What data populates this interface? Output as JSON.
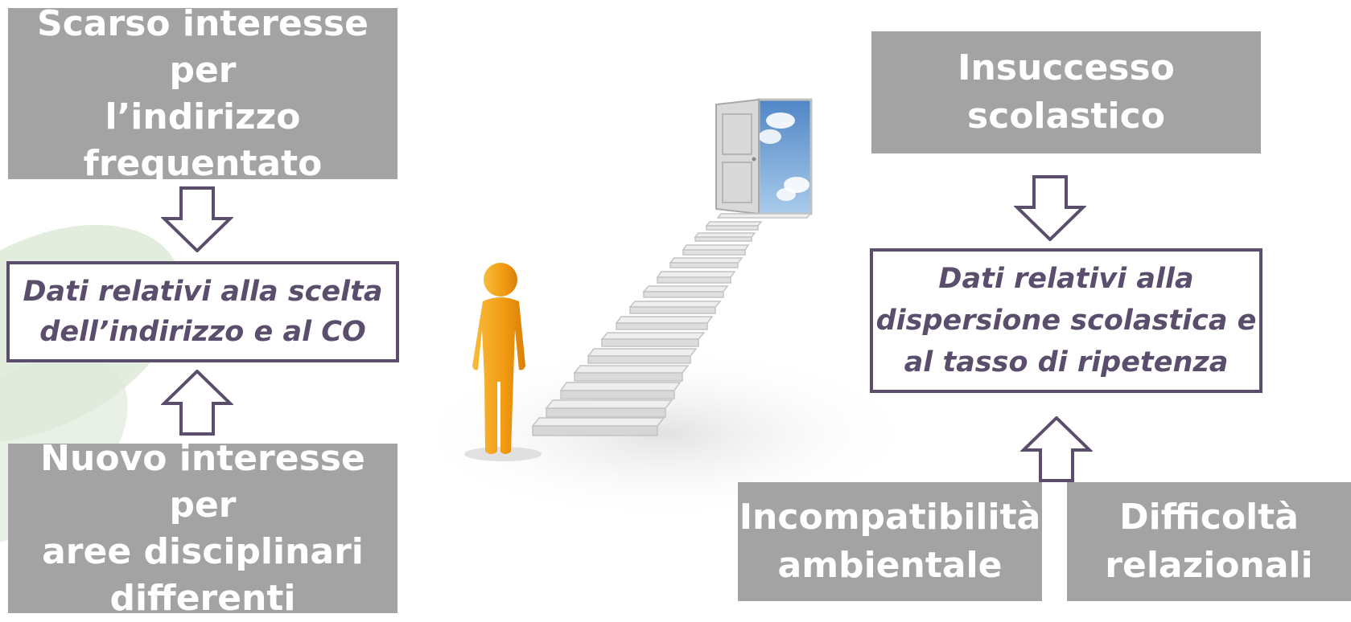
{
  "left": {
    "top_box": "Scarso interesse per\nl’indirizzo\nfrequentato",
    "middle_box": "Dati relativi alla scelta\ndell’indirizzo e al CO",
    "bottom_box": "Nuovo interesse per\naree disciplinari\ndifferenti"
  },
  "right": {
    "top_box": "Insuccesso\nscolastico",
    "middle_box": "Dati relativi alla\ndispersione scolastica e\nal tasso di ripetenza",
    "bottom_left_box": "Incompatibilità\nambientale",
    "bottom_right_box": "Difficoltà\nrelazionali"
  },
  "colors": {
    "box_fill": "#a3a3a3",
    "box_text": "#ffffff",
    "outline": "#5a4e6c",
    "person": "#f5a51c",
    "leaf": "#c9dcc3"
  },
  "illustration": {
    "subject": "person facing staircase leading to open door with sky"
  }
}
